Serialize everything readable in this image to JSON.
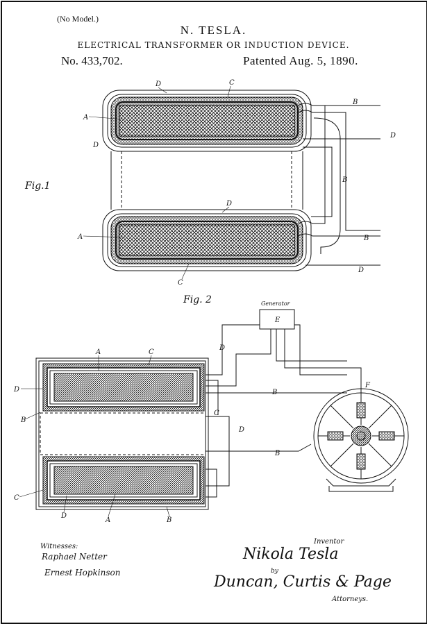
{
  "header": {
    "model_note": "(No Model.)",
    "inventor_name": "N. TESLA.",
    "title": "ELECTRICAL TRANSFORMER OR INDUCTION DEVICE.",
    "patent_number": "No. 433,702.",
    "patent_date": "Patented Aug. 5, 1890."
  },
  "fig1": {
    "label": "Fig.1",
    "callouts": {
      "a_top": "A",
      "a_bottom": "A",
      "b_top": "B",
      "b_mid": "B",
      "b_bottom": "B",
      "c_top": "C",
      "c_bottom": "C",
      "d_top": "D",
      "d_left": "D",
      "d_mid": "D",
      "d_right": "D",
      "d_bottom": "D"
    }
  },
  "fig2": {
    "label": "Fig. 2",
    "generator_caption": "Generator",
    "generator_letter": "E",
    "callouts": {
      "a_top": "A",
      "a_bottom": "A",
      "c_top": "C",
      "c_right": "C",
      "c_left": "C",
      "d_left": "D",
      "d_upper": "D",
      "d_mid": "D",
      "d_bottom": "D",
      "b_left": "B",
      "b_upper": "B",
      "b_lower": "B",
      "b_bottom": "B",
      "f": "F"
    }
  },
  "signatures": {
    "witnesses_label": "Witnesses:",
    "witness_1": "Raphael Netter",
    "witness_2": "Ernest Hopkinson",
    "inventor_label": "Inventor",
    "inventor_signature": "Nikola Tesla",
    "by_label": "by",
    "attorneys_signature": "Duncan, Curtis & Page",
    "attorneys_label": "Attorneys."
  }
}
